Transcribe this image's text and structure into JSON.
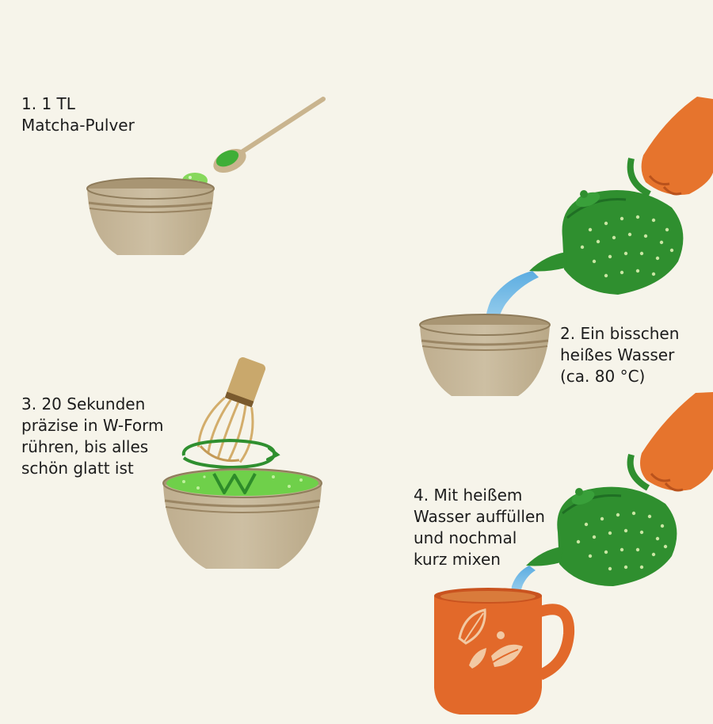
{
  "steps": [
    {
      "number": "1.",
      "lines": [
        "1. 1 TL",
        "Matcha-Pulver"
      ]
    },
    {
      "number": "2.",
      "lines": [
        "2. Ein bisschen",
        "heißes Wasser",
        "(ca. 80 °C)"
      ]
    },
    {
      "number": "3.",
      "lines": [
        "3. 20 Sekunden",
        "präzise in W-Form",
        "rühren, bis alles",
        "schön glatt ist"
      ]
    },
    {
      "number": "4.",
      "lines": [
        "4. Mit heißem",
        "Wasser auffüllen",
        "und nochmal",
        "kurz mixen"
      ]
    }
  ],
  "colors": {
    "background": "#f6f4ea",
    "bowl": "#c7b79a",
    "matcha": "#6fd04a",
    "teapot": "#2f8f2f",
    "hand": "#e6742d",
    "water": "#6fb8e6",
    "cup": "#e2692a"
  },
  "illustrations": [
    "spoon-icon",
    "bowl-icon",
    "teapot-icon",
    "hand-icon",
    "water-stream-icon",
    "bamboo-whisk-icon",
    "stir-arrow-icon",
    "cup-icon",
    "leaf-icon"
  ]
}
